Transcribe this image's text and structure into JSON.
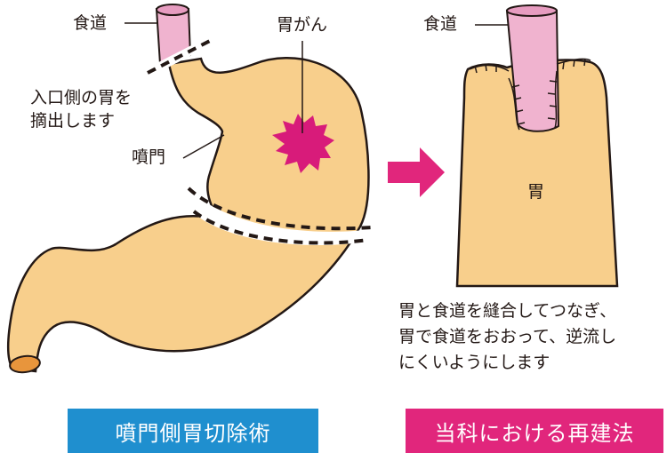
{
  "left_panel": {
    "esophagus_label": "食道",
    "cancer_label": "胃がん",
    "removal_note_line1": "入口側の胃を",
    "removal_note_line2": "摘出します",
    "cardia_label": "噴門"
  },
  "right_panel": {
    "esophagus_label": "食道",
    "stomach_label": "胃",
    "description_line1": "胃と食道を縫合してつなぎ、",
    "description_line2": "胃で食道をおおって、逆流し",
    "description_line3": "にくいようにします"
  },
  "banners": {
    "left": "噴門側胃切除術",
    "right": "当科における再建法"
  },
  "colors": {
    "stomach_fill": "#f8cf8c",
    "esophagus_fill": "#f0b3cf",
    "tumor": "#d81b7a",
    "arrow": "#e1267c",
    "left_banner": "#1f8fcf",
    "right_banner": "#e1267c",
    "outline": "#231815"
  }
}
